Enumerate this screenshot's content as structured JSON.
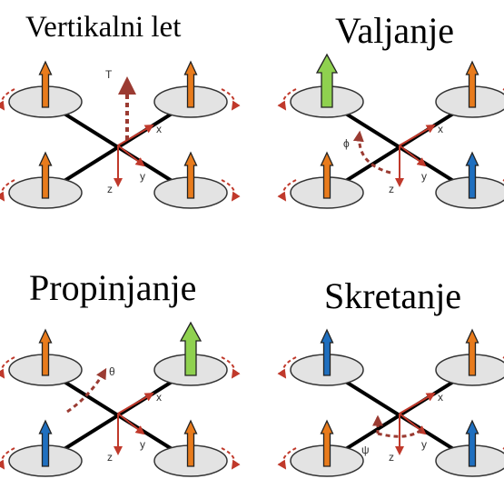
{
  "panels": [
    {
      "title": "Vertikalni let",
      "arrows": [
        "orange",
        "orange",
        "orange",
        "orange"
      ],
      "labels": {
        "x": "x",
        "y": "y",
        "z": "z",
        "angle": "T"
      }
    },
    {
      "title": "Valjanje",
      "arrows": [
        "green",
        "orange",
        "orange",
        "blue"
      ],
      "labels": {
        "x": "x",
        "y": "y",
        "z": "z",
        "angle": "ϕ"
      }
    },
    {
      "title": "Propinjanje",
      "arrows": [
        "orange",
        "green",
        "blue",
        "orange"
      ],
      "labels": {
        "x": "x",
        "y": "y",
        "z": "z",
        "angle": "θ"
      }
    },
    {
      "title": "Skretanje",
      "arrows": [
        "blue",
        "orange",
        "orange",
        "blue"
      ],
      "labels": {
        "x": "x",
        "y": "y",
        "z": "z",
        "angle": "ψ"
      }
    }
  ],
  "colors": {
    "orange": "#e87b1c",
    "green": "#8fd14f",
    "blue": "#1f6fbf",
    "rotor_fill": "#e3e3e3",
    "frame": "#000000",
    "axis_red": "#c0392b",
    "dashed_brown": "#9b3b32"
  }
}
